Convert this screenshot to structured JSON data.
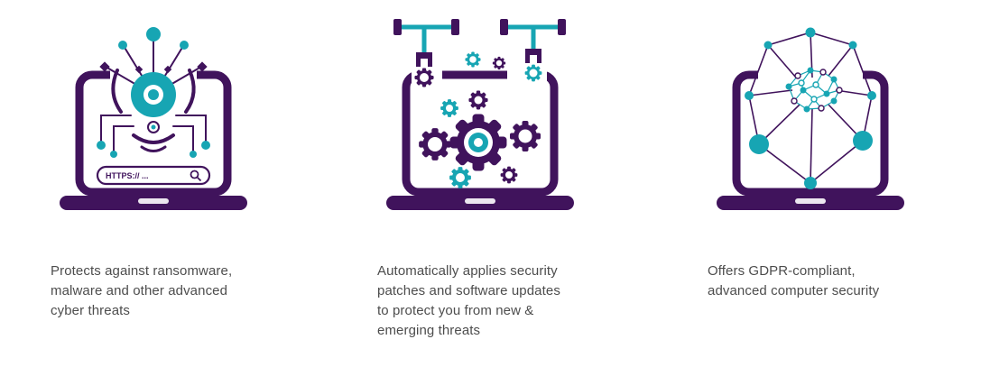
{
  "colors": {
    "purple": "#40135c",
    "teal": "#17a5b3",
    "caption_text": "#4d4d4d",
    "background": "#ffffff"
  },
  "features": [
    {
      "id": "threat-protection",
      "icon": "laptop-spider-eye-shield-icon",
      "url_bar_text": "HTTPS:// ...",
      "caption": "Protects against ransomware,\nmalware and other advanced\ncyber threats"
    },
    {
      "id": "automatic-updates",
      "icon": "laptop-gears-robotic-arms-icon",
      "caption": "Automatically applies security\npatches and software updates\nto protect you from new &\nemerging threats"
    },
    {
      "id": "gdpr-compliance",
      "icon": "laptop-network-shield-icon",
      "caption": "Offers GDPR-compliant,\nadvanced computer security"
    }
  ]
}
